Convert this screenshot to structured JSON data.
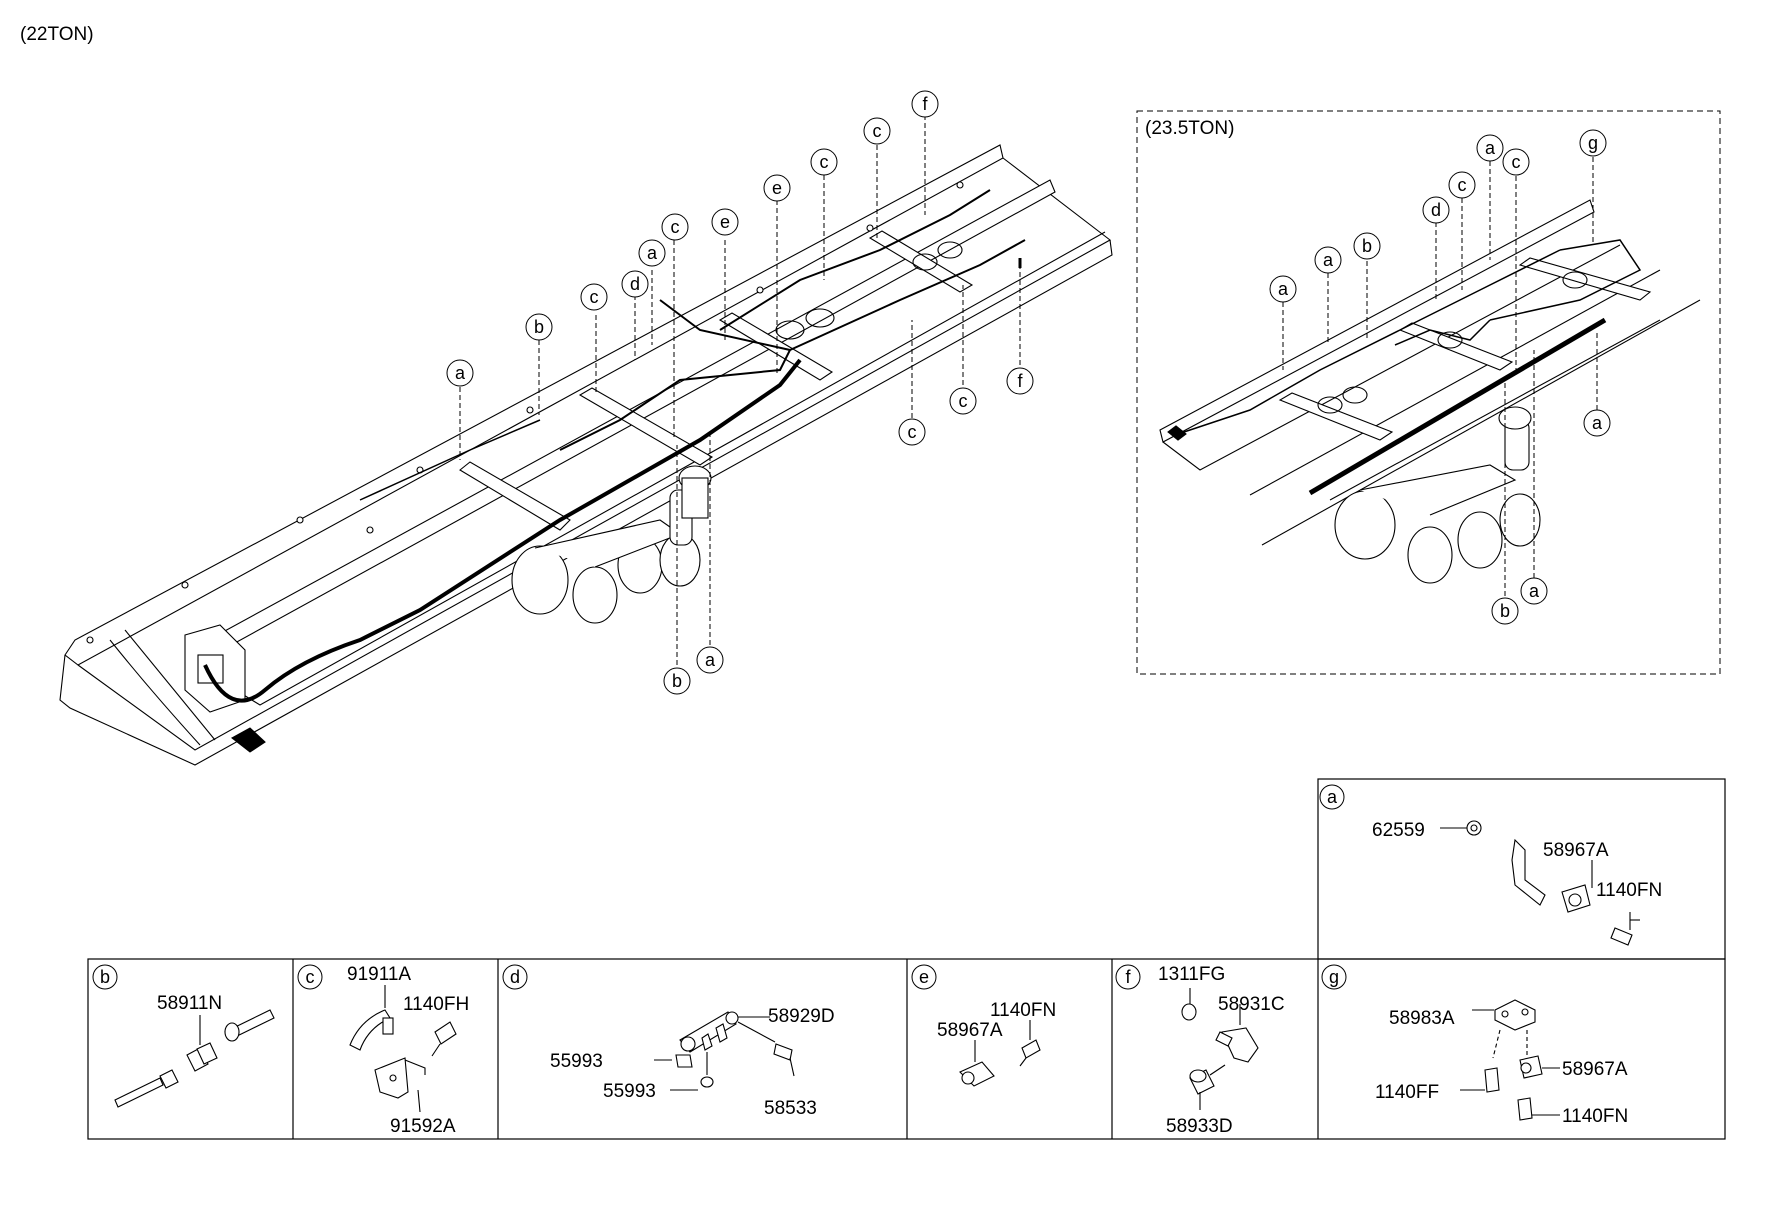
{
  "titles": {
    "main": "(22TON)",
    "inset": "(23.5TON)"
  },
  "main_callouts": [
    "a",
    "b",
    "c",
    "d",
    "a",
    "c",
    "e",
    "e",
    "c",
    "c",
    "f",
    "c",
    "c",
    "f",
    "b",
    "a"
  ],
  "inset_callouts": [
    "a",
    "a",
    "b",
    "d",
    "c",
    "a",
    "c",
    "g",
    "a",
    "a",
    "b"
  ],
  "panels": {
    "a": {
      "letter": "a",
      "parts": [
        "62559",
        "58967A",
        "1140FN"
      ]
    },
    "b": {
      "letter": "b",
      "parts": [
        "58911N"
      ]
    },
    "c": {
      "letter": "c",
      "parts": [
        "91911A",
        "1140FH",
        "91592A"
      ]
    },
    "d": {
      "letter": "d",
      "parts": [
        "58929D",
        "55993",
        "55993",
        "58533"
      ]
    },
    "e": {
      "letter": "e",
      "parts": [
        "1140FN",
        "58967A"
      ]
    },
    "f": {
      "letter": "f",
      "parts": [
        "1311FG",
        "58931C",
        "58933D"
      ]
    },
    "g": {
      "letter": "g",
      "parts": [
        "58983A",
        "58967A",
        "1140FF",
        "1140FN"
      ]
    }
  }
}
